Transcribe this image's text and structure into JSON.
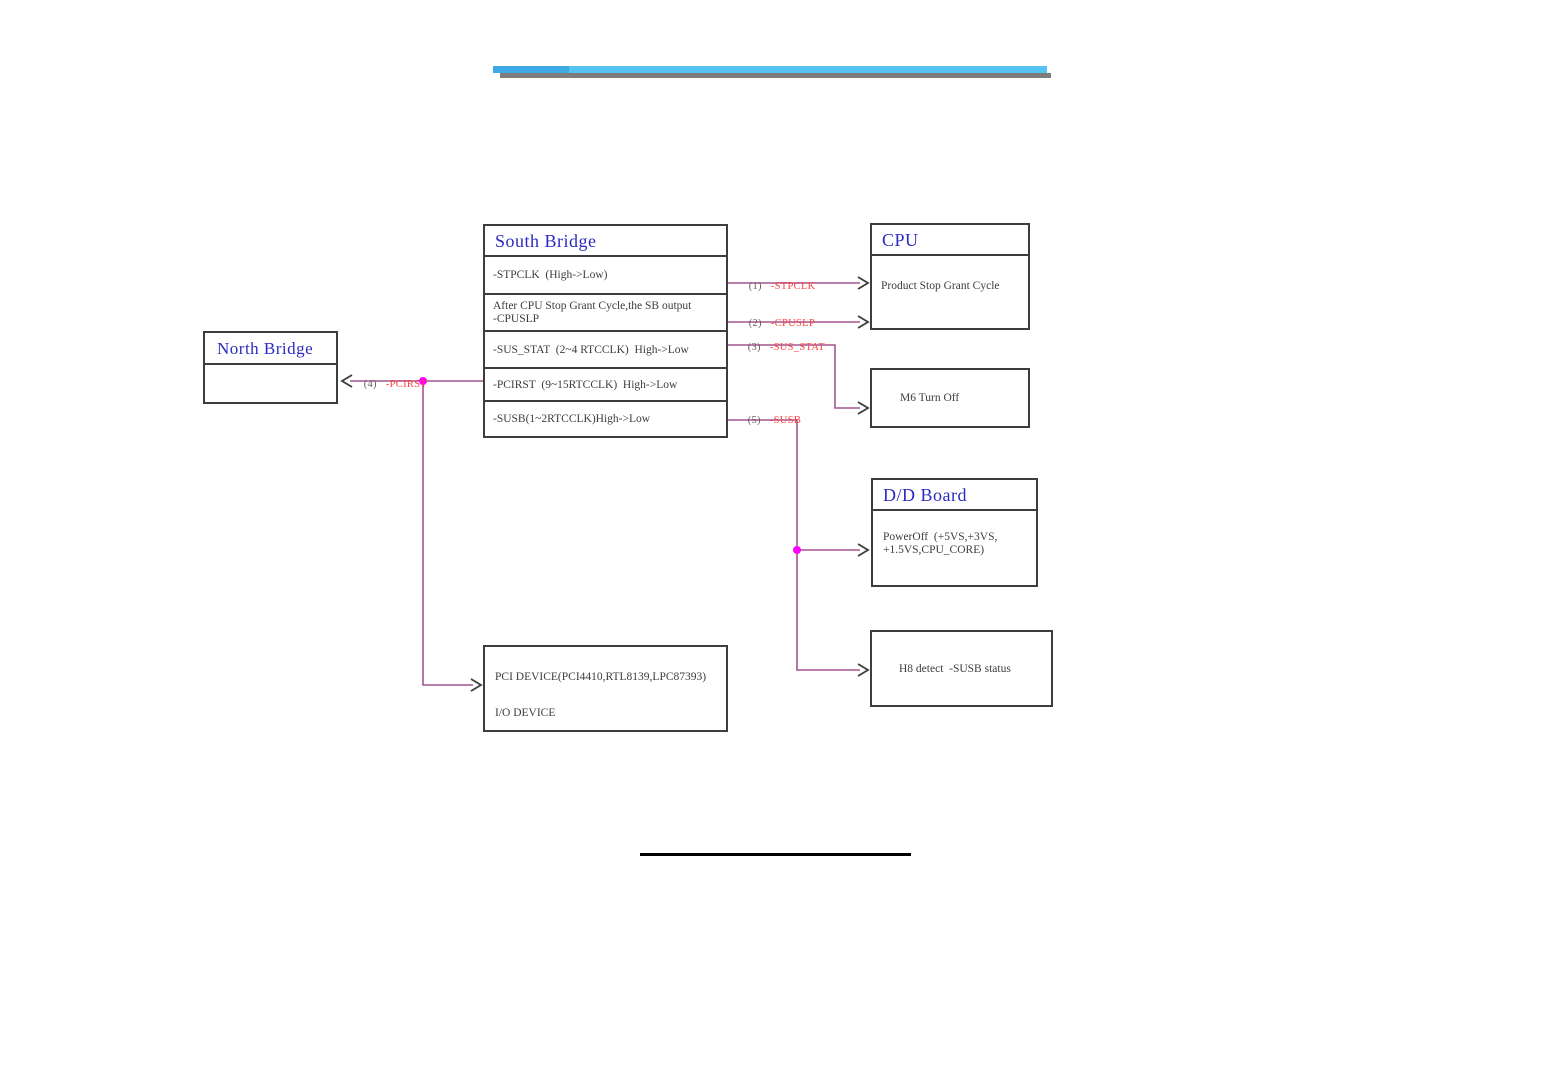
{
  "boxes": {
    "south_bridge": {
      "title": "South Bridge",
      "row1": "-STPCLK  (High->Low)",
      "row2_line1": "After CPU Stop Grant Cycle,the SB output",
      "row2_line2": "-CPUSLP",
      "row3": "-SUS_STAT  (2~4 RTCCLK)  High->Low",
      "row4": "-PCIRST  (9~15RTCCLK)  High->Low",
      "row5": "-SUSB(1~2RTCCLK)High->Low"
    },
    "north_bridge": {
      "title": "North Bridge"
    },
    "cpu": {
      "title": "CPU",
      "body": "Product Stop Grant Cycle"
    },
    "m6": {
      "body": "M6 Turn Off"
    },
    "dd_board": {
      "title": "D/D Board",
      "body_line1": "PowerOff  (+5VS,+3VS,",
      "body_line2": "+1.5VS,CPU_CORE)"
    },
    "h8": {
      "body": "H8 detect  -SUSB status"
    },
    "pci": {
      "line1": "PCI DEVICE(PCI4410,RTL8139,LPC87393)",
      "line2": "I/O DEVICE"
    }
  },
  "connections": {
    "c1": {
      "num": "(1)",
      "name": "-STPCLK"
    },
    "c2": {
      "num": "(2)",
      "name": "-CPUSLP"
    },
    "c3": {
      "num": "(3)",
      "name": "-SUS_STAT"
    },
    "c4": {
      "num": "(4)",
      "name": "-PCIRST"
    },
    "c5": {
      "num": "(5)",
      "name": "-SUSB"
    }
  },
  "colors": {
    "wire": "#a2578f",
    "signal_label": "#ff4040",
    "box_title": "#2a2ac0",
    "junction_dot": "#ff00ff",
    "header_bar": "#56c2f0"
  }
}
